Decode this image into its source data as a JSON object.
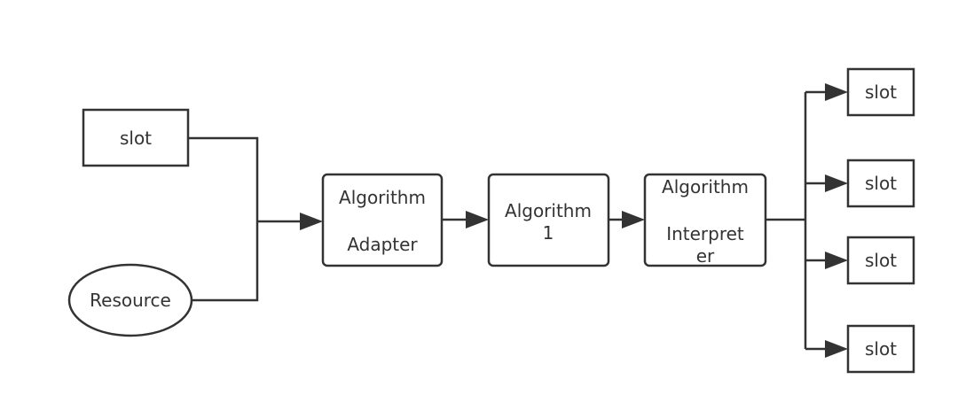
{
  "diagram": {
    "nodes": {
      "slot_in": "slot",
      "resource": "Resource",
      "adapter": [
        "Algorithm",
        "Adapter"
      ],
      "algorithm1": [
        "Algorithm",
        "1"
      ],
      "interpreter": [
        "Algorithm",
        "Interpret",
        "er"
      ],
      "slot_out_1": "slot",
      "slot_out_2": "slot",
      "slot_out_3": "slot",
      "slot_out_4": "slot"
    },
    "colors": {
      "stroke": "#333333",
      "text": "#333333",
      "fill": "#ffffff"
    }
  }
}
